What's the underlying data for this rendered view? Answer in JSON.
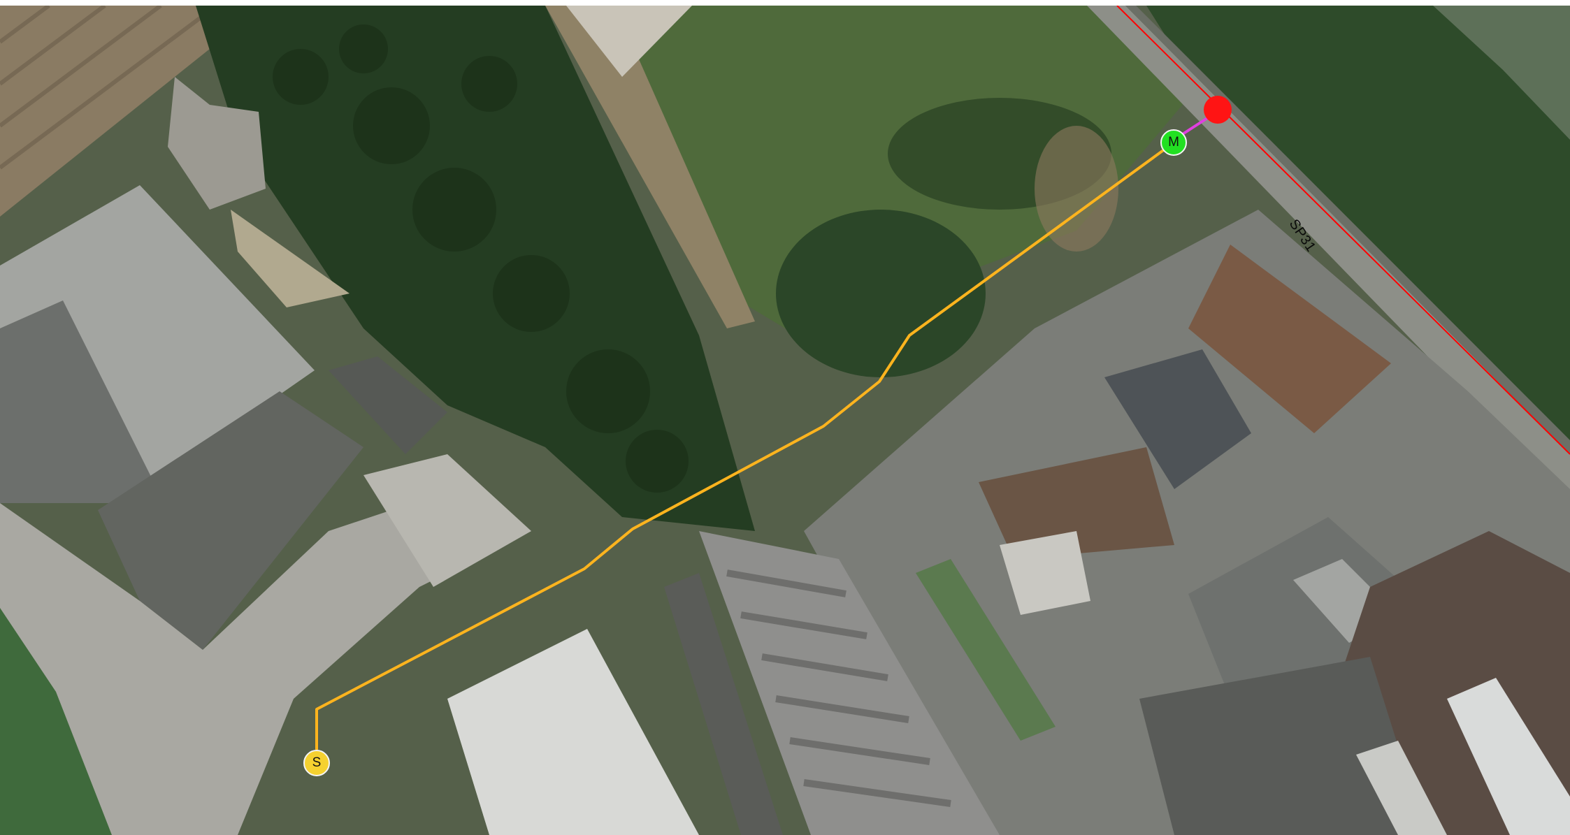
{
  "map": {
    "road_label": "SP31",
    "markers": {
      "start": {
        "label": "S",
        "color": "#f5d130"
      },
      "meter": {
        "label": "M",
        "color": "#22e022"
      },
      "connection": {
        "label": "",
        "color": "#ff1414"
      }
    },
    "colors": {
      "route": "#ffb41e",
      "connector": "#e040e0",
      "boundary": "#ff0000",
      "road": "#8d8f88",
      "vegetation": "#2d4a28",
      "rooftops": "#9a9c98"
    }
  }
}
